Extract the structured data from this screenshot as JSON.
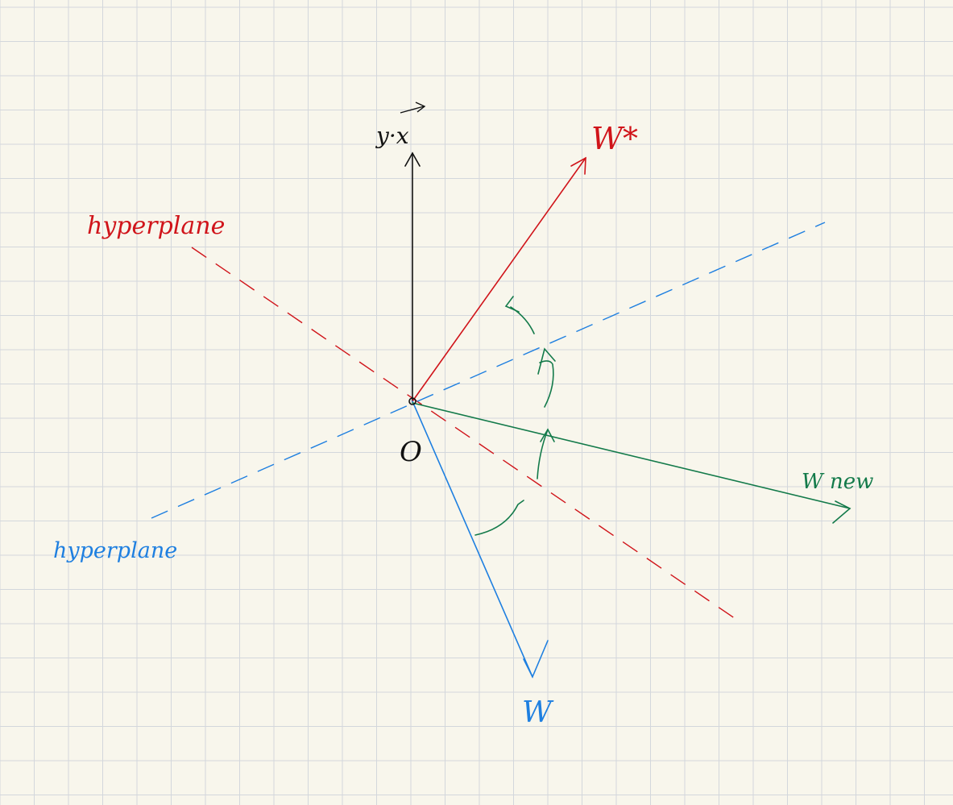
{
  "colors": {
    "paper": "#f8f6ec",
    "grid": "#d3d7dc",
    "black": "#111111",
    "red": "#d0141a",
    "blue": "#1e7fe0",
    "green": "#137a4a"
  },
  "labels": {
    "y_x": "y·x",
    "w_star": "W*",
    "hyperplane_red": "hyperplane",
    "hyperplane_blue": "hyperplane",
    "origin": "O",
    "w": "W",
    "w_new": "W new"
  },
  "icons": [
    "arrow-head",
    "rotation-arrow"
  ]
}
